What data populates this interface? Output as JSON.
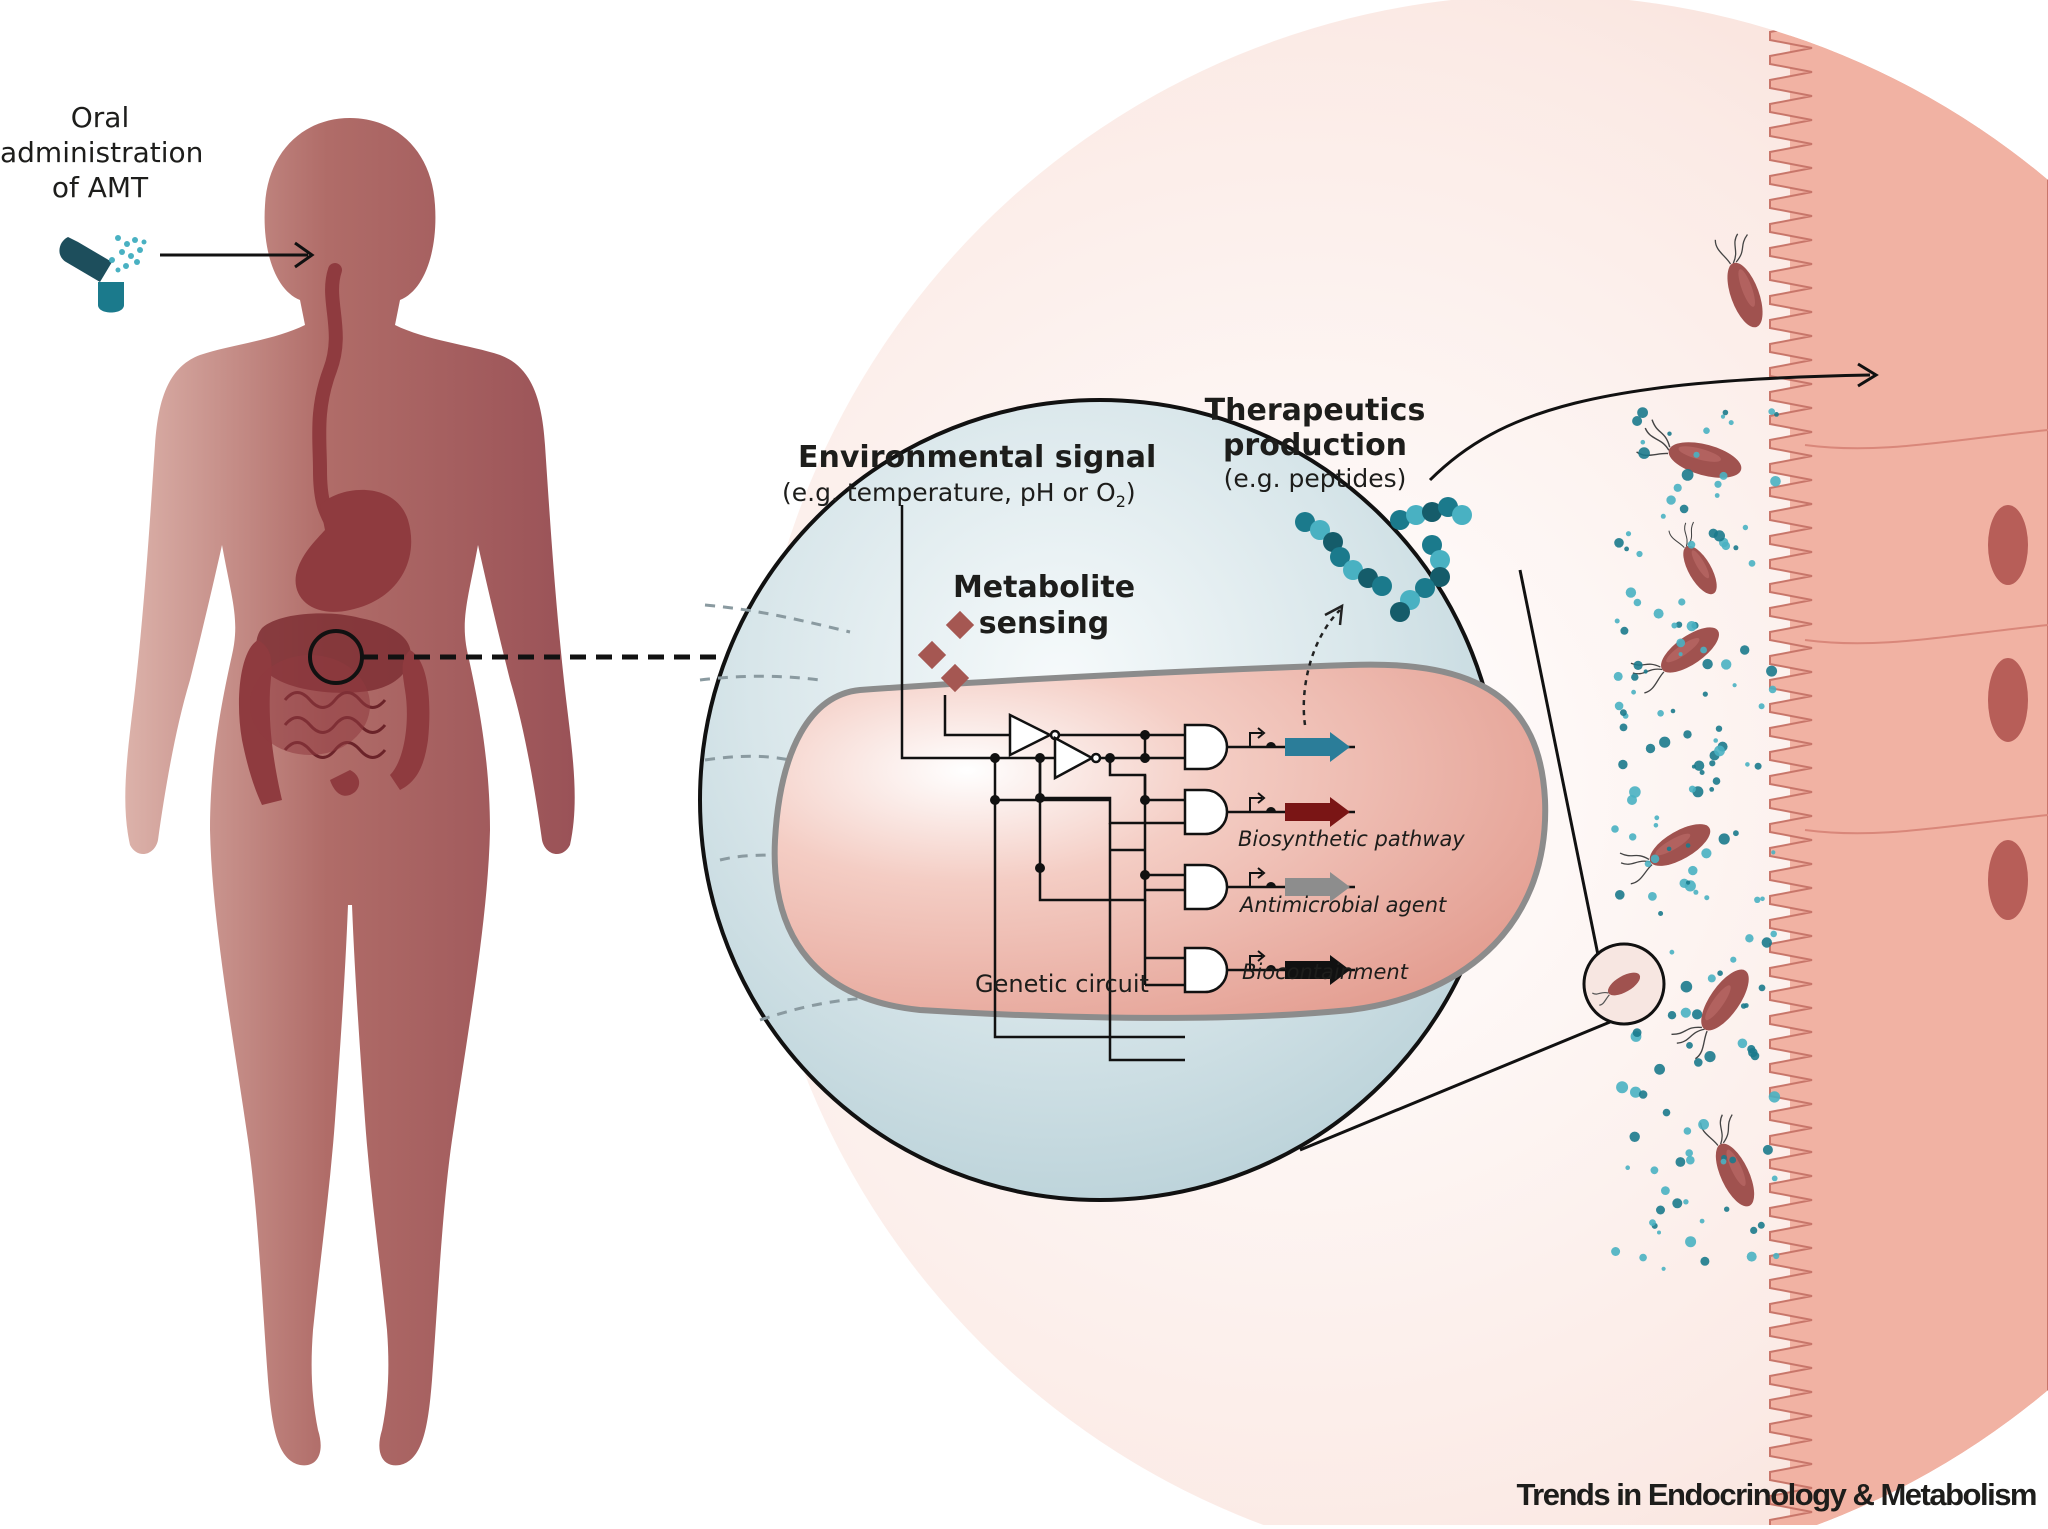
{
  "labels": {
    "oral": "Oral administration of AMT",
    "env_title": "Environmental signal",
    "env_sub_pre": "(e.g. temperature, pH or O",
    "env_sub_subscript": "2",
    "env_sub_post": ")",
    "metabolite": "Metabolite sensing",
    "therapeutics": "Therapeutics production",
    "therapeutics_sub": "(e.g. peptides)",
    "pathways": [
      "Biosynthetic pathway",
      "Antimicrobial agent",
      "Biocontainment"
    ],
    "circuit": "Genetic circuit",
    "credit": "Trends in Endocrinology & Metabolism"
  },
  "colors": {
    "body": "#a9605e",
    "body_light": "#d9aea6",
    "organ": "#8f3b3f",
    "teal": "#1b7a8c",
    "teal_light": "#49b1c2",
    "bacterium": "#a0524f",
    "tissue": "#eea494",
    "bubble": "#c9dde3",
    "cell": "#e9aea2",
    "gene_blue": "#2b7d99",
    "gene_red": "#7a1515",
    "gene_grey": "#8d8d8d",
    "gene_black": "#111111",
    "diamond": "#a55752"
  },
  "icons": [
    "capsule-icon",
    "human-silhouette",
    "bacterium-icon",
    "peptide-chain-icon",
    "diamond-molecule-icon",
    "and-gate-icon",
    "not-gate-icon",
    "promoter-arrow-icon"
  ]
}
